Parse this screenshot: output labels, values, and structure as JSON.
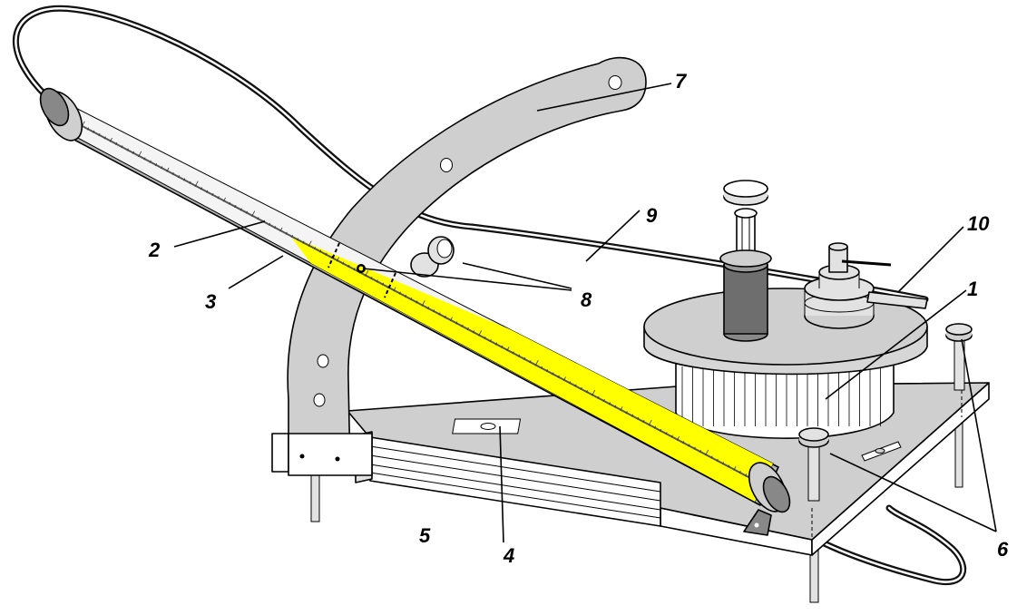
{
  "labels": [
    {
      "id": "1",
      "text": "1"
    },
    {
      "id": "2",
      "text": "2"
    },
    {
      "id": "3",
      "text": "3"
    },
    {
      "id": "4",
      "text": "4"
    },
    {
      "id": "5",
      "text": "5"
    },
    {
      "id": "6",
      "text": "6"
    },
    {
      "id": "7",
      "text": "7"
    },
    {
      "id": "8",
      "text": "8"
    },
    {
      "id": "9",
      "text": "9"
    },
    {
      "id": "10",
      "text": "10"
    }
  ],
  "colors": {
    "metal": "#cfcfcf",
    "metal_light": "#e2e2e2",
    "tube_fill": "#ffff00",
    "tube_glass": "#f4f4f4",
    "plunger": "#6e6e6e",
    "hose": "#111111"
  }
}
